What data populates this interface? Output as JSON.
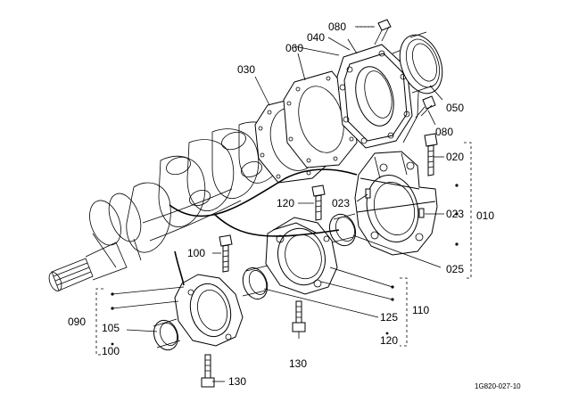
{
  "diagram": {
    "drawing_code": "1G820-027-10",
    "labels": {
      "p080_top": "080",
      "p040": "040",
      "p060": "060",
      "p030": "030",
      "p050": "050",
      "p080_bot": "080",
      "p020": "020",
      "p120_top": "120",
      "p023_left": "023",
      "p023_right": "023",
      "p010": "010",
      "p025": "025",
      "p100_left": "100",
      "p090": "090",
      "p105": "105",
      "p100_bot": "100",
      "p110": "110",
      "p125": "125",
      "p120_bot": "120",
      "p130_mid": "130",
      "p130_bot": "130"
    }
  }
}
